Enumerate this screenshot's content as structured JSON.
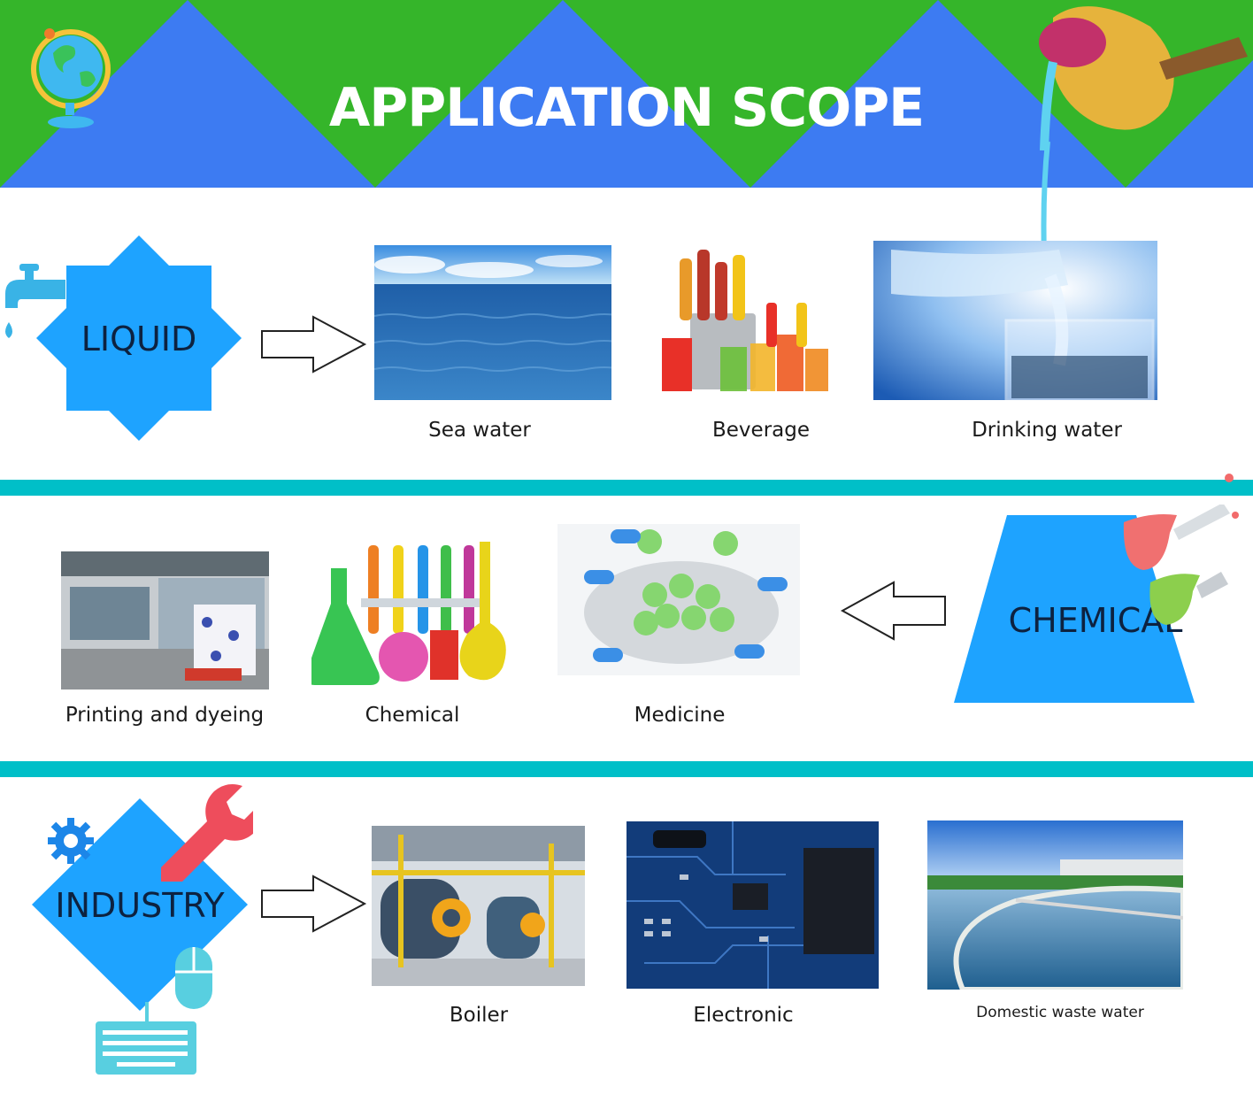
{
  "header": {
    "title": "APPLICATION SCOPE"
  },
  "colors": {
    "green": "#35b52a",
    "blue": "#3d7bf2",
    "shape_blue": "#1ea3ff",
    "band_teal": "#00bfc8",
    "label_navy": "#0d2240"
  },
  "categories": {
    "liquid": {
      "label": "LIQUID",
      "icon": "faucet-icon"
    },
    "chemical": {
      "label": "CHEMICAL",
      "icon": "flask-icon"
    },
    "industry": {
      "label": "INDUSTRY",
      "icon": "wrench-icon"
    }
  },
  "liquid_items": [
    {
      "caption": "Sea water"
    },
    {
      "caption": "Beverage"
    },
    {
      "caption": "Drinking water"
    }
  ],
  "chemical_items": [
    {
      "caption": "Printing and dyeing"
    },
    {
      "caption": "Chemical"
    },
    {
      "caption": "Medicine"
    }
  ],
  "industry_items": [
    {
      "caption": "Boiler"
    },
    {
      "caption": "Electronic"
    },
    {
      "caption": "Domestic waste water"
    }
  ]
}
